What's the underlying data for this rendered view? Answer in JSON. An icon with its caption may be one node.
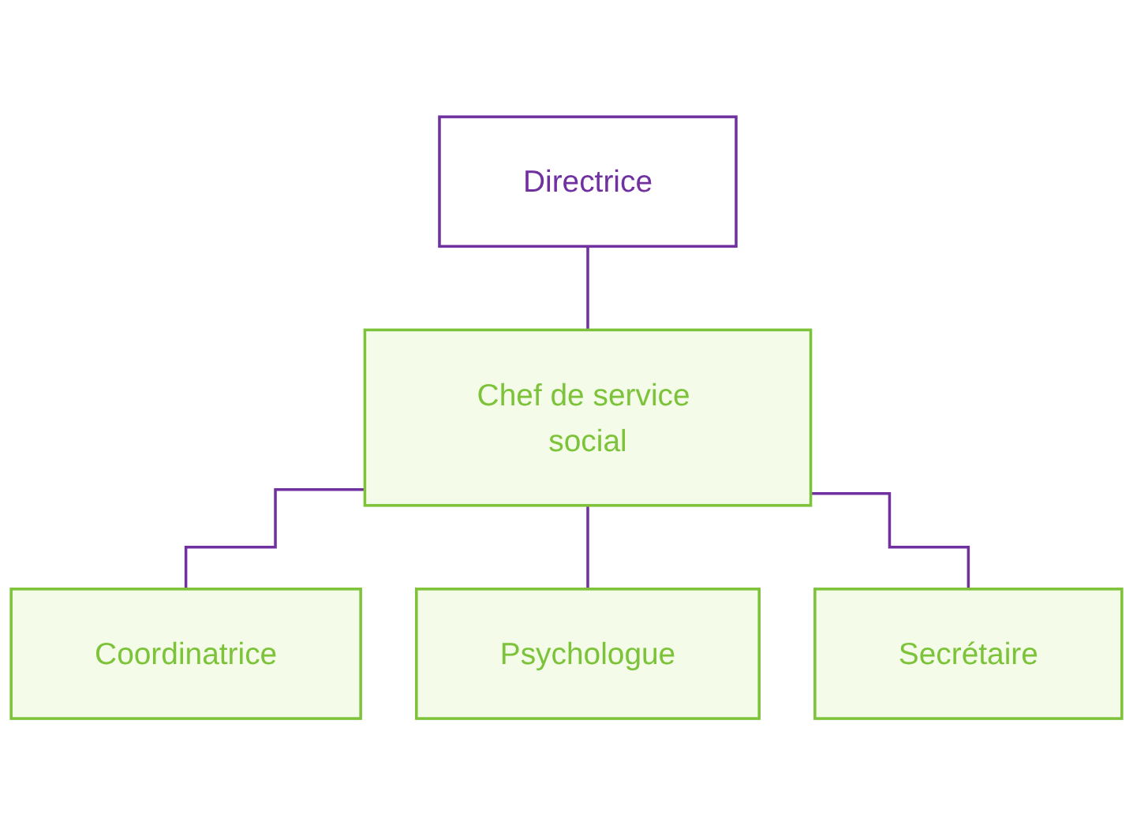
{
  "diagram": {
    "nodes": [
      {
        "text": [
          "Directrice"
        ]
      },
      {
        "text": [
          "Chef de service social"
        ]
      },
      {
        "text": [
          "Coordinatrice"
        ]
      },
      {
        "text": [
          "Psychologue"
        ]
      },
      {
        "text": [
          "Secrétaire"
        ]
      }
    ],
    "edges": [
      {
        "from": 0,
        "to": 1,
        "arrow": "none"
      },
      {
        "from": 1,
        "to": 2,
        "arrow": "none"
      },
      {
        "from": 1,
        "to": 3,
        "arrow": "none"
      },
      {
        "from": 1,
        "to": 4,
        "arrow": "none"
      }
    ]
  }
}
